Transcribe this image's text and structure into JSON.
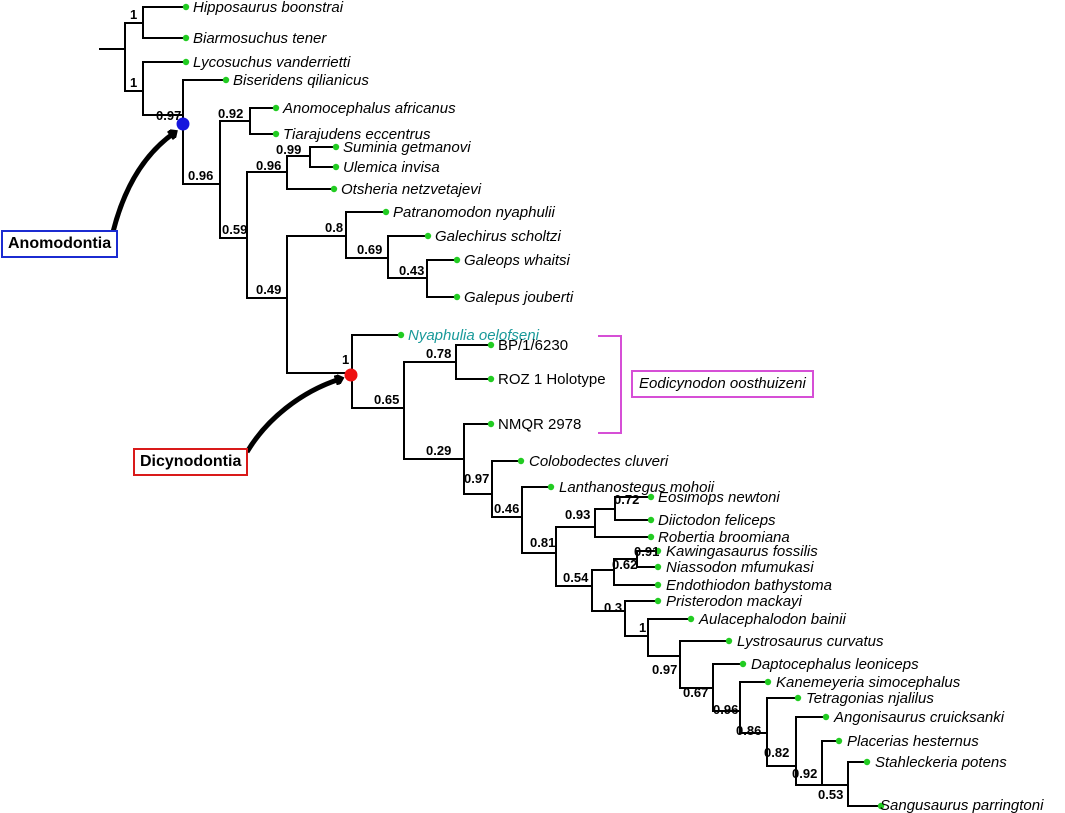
{
  "taxa": {
    "hipposaurus": "Hipposaurus boonstrai",
    "biarmosuchus": "Biarmosuchus tener",
    "lycosuchus": "Lycosuchus vanderrietti",
    "biseridens": "Biseridens qilianicus",
    "anomocephalus": "Anomocephalus africanus",
    "tiarajudens": "Tiarajudens eccentrus",
    "suminia": "Suminia getmanovi",
    "ulemica": "Ulemica invisa",
    "otsheria": "Otsheria netzvetajevi",
    "patranomodon": "Patranomodon nyaphulii",
    "galechirus": "Galechirus scholtzi",
    "galeops": "Galeops whaitsi",
    "galepus": "Galepus jouberti",
    "nyaphulia": "Nyaphulia oelofseni",
    "bp": "BP/1/6230",
    "roz": "ROZ 1 Holotype",
    "nmqr": "NMQR 2978",
    "colobodectes": "Colobodectes cluveri",
    "lanthanostegus": "Lanthanostegus mohoii",
    "eosimops": "Eosimops newtoni",
    "diictodon": "Diictodon feliceps",
    "robertia": "Robertia broomiana",
    "kawingasaurus": "Kawingasaurus fossilis",
    "niassodon": "Niassodon mfumukasi",
    "endothiodon": "Endothiodon bathystoma",
    "pristerodon": "Pristerodon mackayi",
    "aulacephalodon": "Aulacephalodon bainii",
    "lystrosaurus": "Lystrosaurus curvatus",
    "daptocephalus": "Daptocephalus leoniceps",
    "kannemeyeria": "Kanemeyeria simocephalus",
    "tetragonias": "Tetragonias njalilus",
    "angonisaurus": "Angonisaurus cruicksanki",
    "placerias": "Placerias hesternus",
    "stahleckeria": "Stahleckeria potens",
    "sangusaurus": "Sangusaurus parringtoni"
  },
  "support": {
    "hip_biar": "1",
    "lyco_rest": "1",
    "anomodontia": "0.97",
    "anomo_tiara": "0.92",
    "rest_after_bis": "0.96",
    "sum_ulem": "0.99",
    "sum_uot": "0.96",
    "c059": "0.59",
    "patra_gal": "0.8",
    "galechirus_node": "0.69",
    "galeops_galepus": "0.43",
    "c049": "0.49",
    "dicynodontia": "1",
    "bp_roz": "0.78",
    "c065": "0.65",
    "c029": "0.29",
    "c097": "0.97",
    "c046": "0.46",
    "eos_dii": "0.72",
    "c093": "0.93",
    "c081": "0.81",
    "kaw_nia": "0.91",
    "c062": "0.62",
    "c054": "0.54",
    "c03": "0.3",
    "c1": "1",
    "c097b": "0.97",
    "c067": "0.67",
    "c096": "0.96",
    "c086": "0.86",
    "c082": "0.82",
    "c092": "0.92",
    "c053": "0.53"
  },
  "labels": {
    "anomodontia": "Anomodontia",
    "dicynodontia": "Dicynodontia",
    "eodicynodon": "Eodicynodon oosthuizeni"
  },
  "colors": {
    "tip": "#22cc22",
    "anomodontia_node": "#1515dd",
    "dicynodontia_node": "#ee1111",
    "anomodontia_box": "#1b2bd1",
    "dicynodontia_box": "#d91a1a",
    "eodicynodon_box": "#d64fd6",
    "highlight_taxon": "#1a9a9a"
  }
}
